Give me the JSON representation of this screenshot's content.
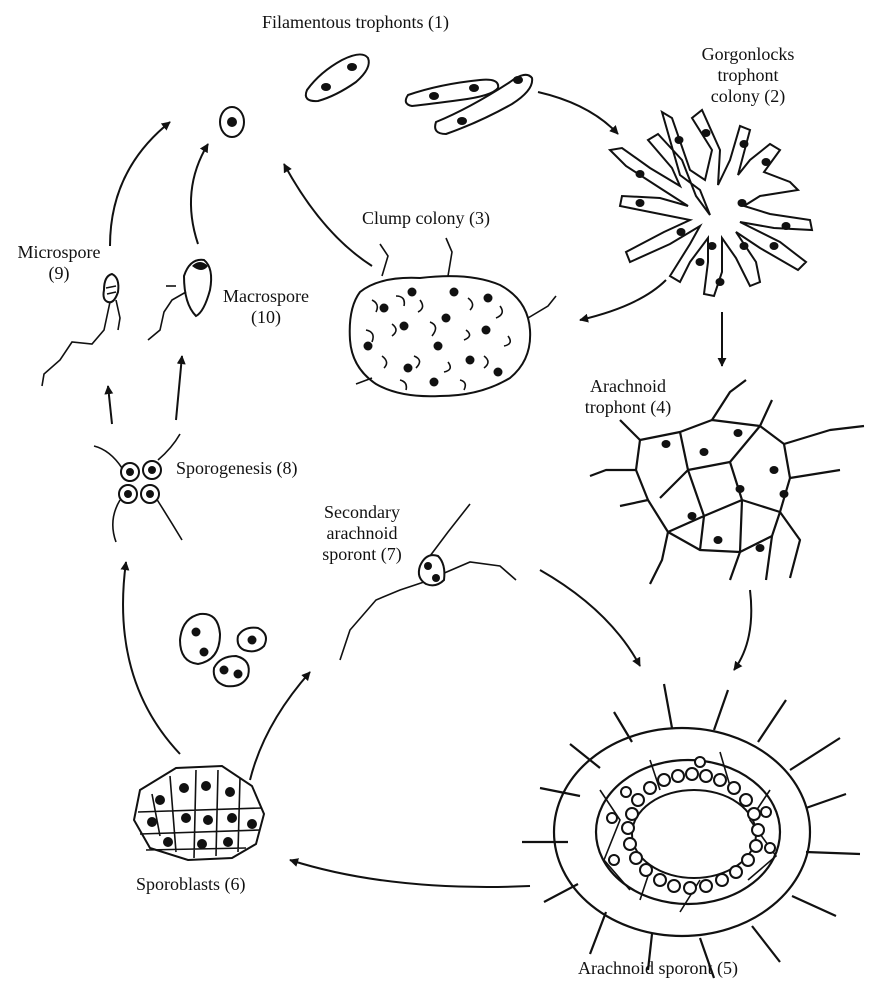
{
  "stages": {
    "s1": "Filamentous trophonts (1)",
    "s2": [
      "Gorgonlocks",
      "trophont",
      "colony (2)"
    ],
    "s3": "Clump colony (3)",
    "s4": [
      "Arachnoid",
      "trophont (4)"
    ],
    "s5": "Arachnoid sporont (5)",
    "s6": "Sporoblasts (6)",
    "s7": [
      "Secondary",
      "arachnoid",
      "sporont (7)"
    ],
    "s8": "Sporogenesis (8)",
    "s9": [
      "Microspore",
      "(9)"
    ],
    "s10": [
      "Macrospore",
      "(10)"
    ]
  }
}
